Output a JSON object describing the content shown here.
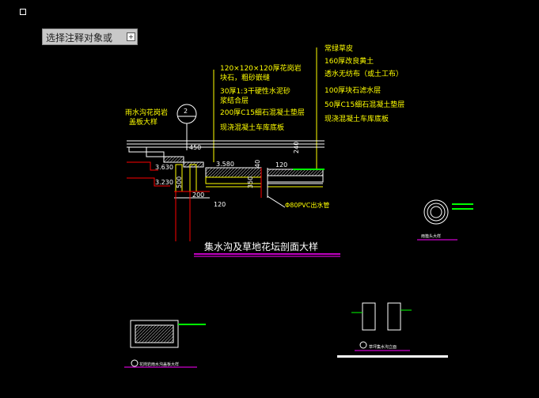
{
  "toolbar": {
    "select_label": "选择注释对象或",
    "dropdown_icon": "plus-box-icon"
  },
  "section_title": "集水沟及草地花坛剖面大样",
  "right_labels": [
    "常绿草皮",
    "160厚改良黄土",
    "透水无纺布（或土工布）",
    "100厚块石滤水层",
    "50厚C15细石混凝土垫层",
    "现浇混凝土车库底板"
  ],
  "left_labels": [
    "120×120×120厚花岗岩",
    "块石，粗砂嵌缝",
    "30厚1:3干硬性水泥砂",
    "浆结合层",
    "200厚C15细石混凝土垫层",
    "现浇混凝土车库底板"
  ],
  "callout": {
    "line1": "雨水沟花岗岩",
    "line2": "盖板大样",
    "number": "2"
  },
  "dims": {
    "d450": "450",
    "d3580": "3.580",
    "d3630": "3.630",
    "d3230": "3.230",
    "d200": "200",
    "d120a": "120",
    "d120b": "120",
    "d350": "350",
    "d240": "240",
    "d500": "500",
    "d40": "40"
  },
  "pvc_label": "Φ80PVC出水管",
  "small_labels": {
    "grate": "雨篦头大样",
    "cover": "花岗岩雨水沟盖板大样",
    "drain": "草坪集水沟立面"
  },
  "colors": {
    "bg": "#000000",
    "yellow": "#ffff00",
    "white": "#ffffff",
    "green": "#00ff00",
    "red": "#ff0000",
    "magenta": "#ff00ff"
  }
}
